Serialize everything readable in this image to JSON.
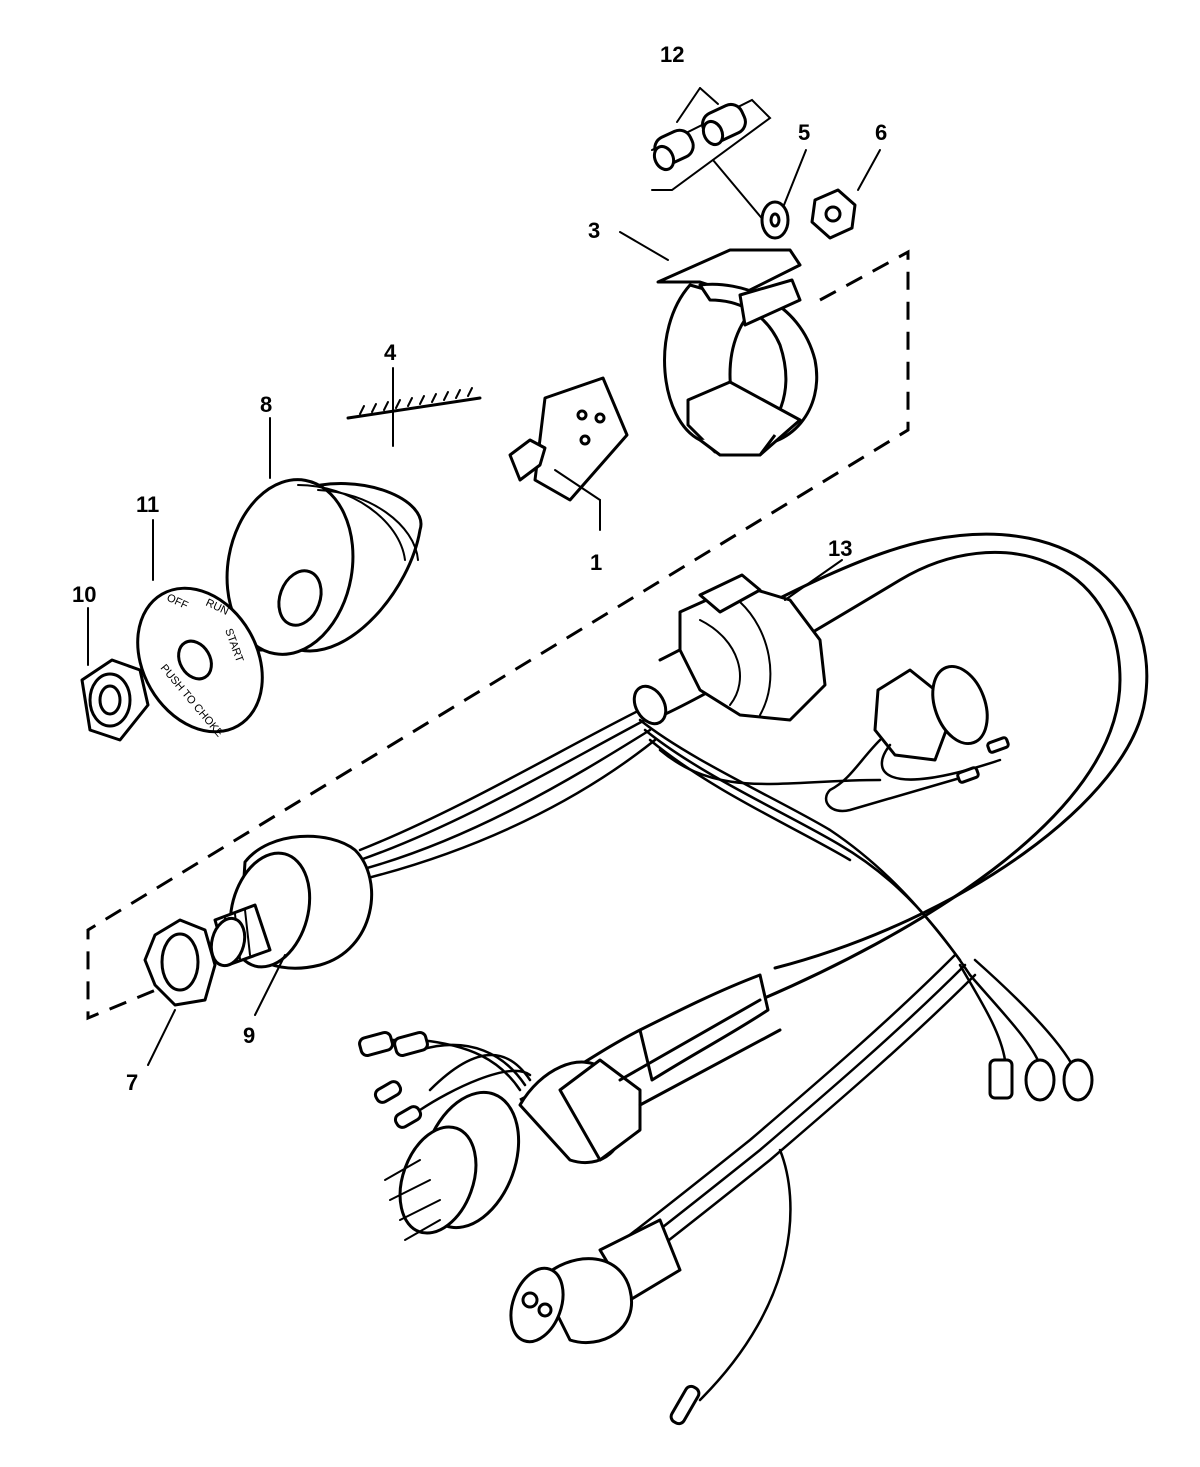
{
  "callouts": {
    "c1": "1",
    "c3": "3",
    "c4": "4",
    "c5": "5",
    "c6": "6",
    "c7": "7",
    "c8": "8",
    "c9": "9",
    "c10": "10",
    "c11": "11",
    "c12": "12",
    "c13": "13"
  },
  "ignition_plate": {
    "off": "OFF",
    "run": "RUN",
    "start": "START",
    "push_to_choke": "PUSH TO CHOKE"
  }
}
